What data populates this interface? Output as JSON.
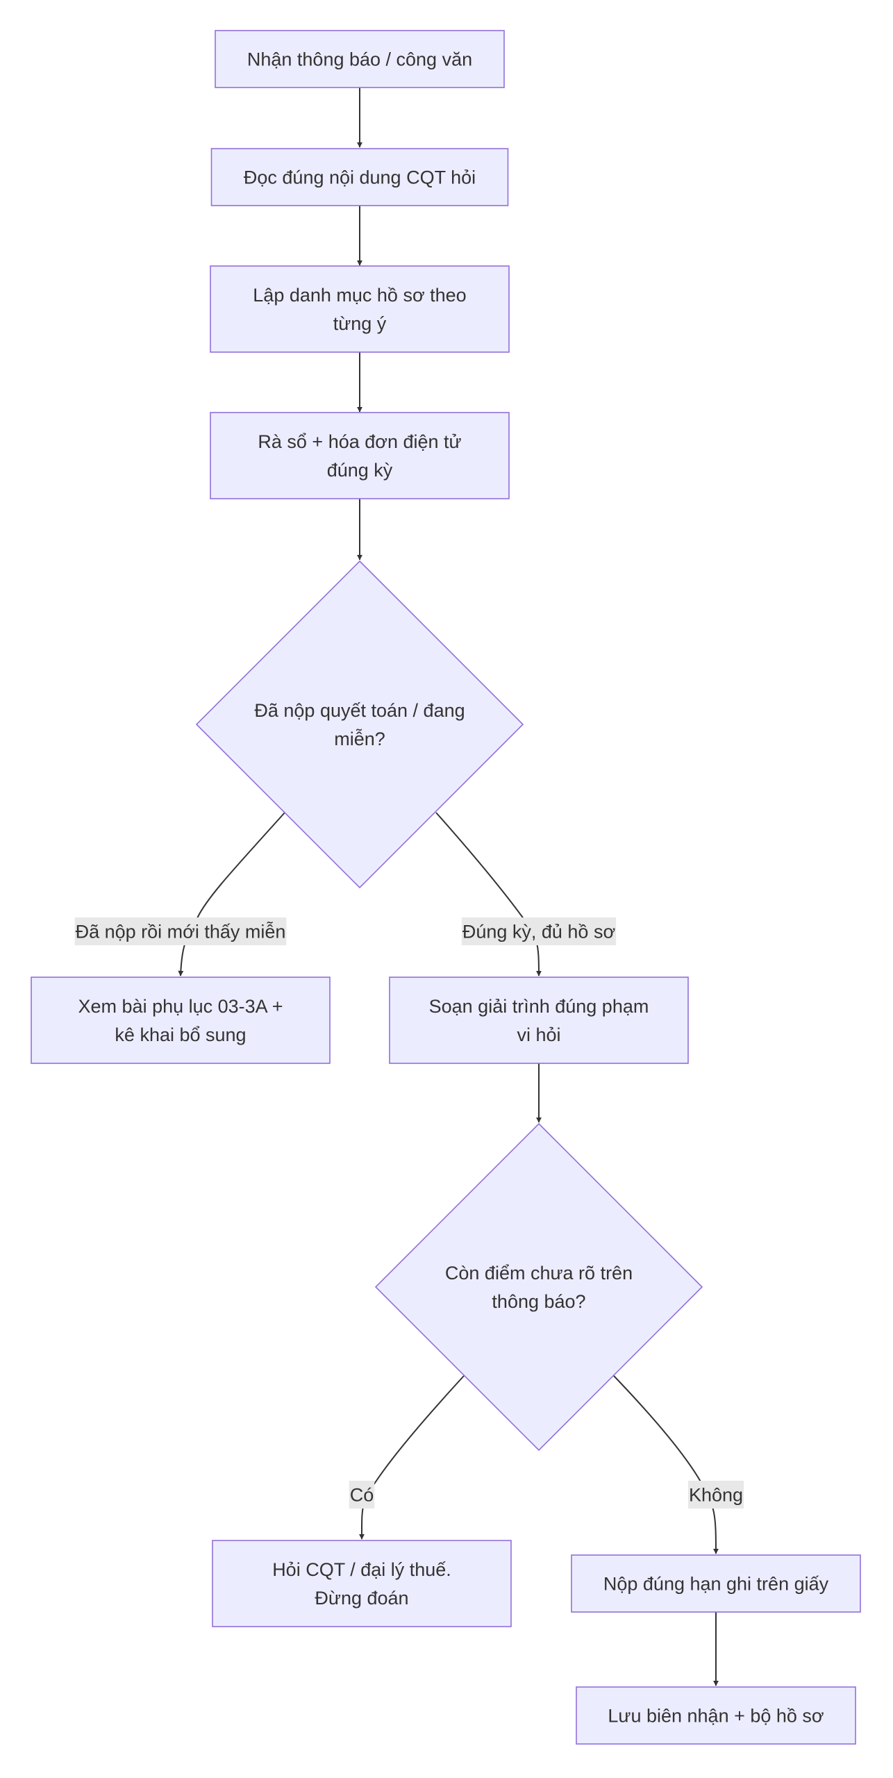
{
  "colors": {
    "node_fill": "#ECECFF",
    "node_stroke": "#9370DB",
    "edge": "#333333",
    "text": "#333333",
    "edge_label_bg": "#E8E8E8"
  },
  "nodes": {
    "receive_notice": {
      "shape": "rect",
      "lines": [
        "Nhận thông báo / công văn"
      ]
    },
    "read_request": {
      "shape": "rect",
      "lines": [
        "Đọc đúng nội dung CQT hỏi"
      ]
    },
    "list_documents": {
      "shape": "rect",
      "lines": [
        "Lập danh mục hồ sơ theo",
        "từng ý"
      ]
    },
    "review_books": {
      "shape": "rect",
      "lines": [
        "Rà sổ + hóa đơn điện tử",
        "đúng kỳ"
      ]
    },
    "decision_filed": {
      "shape": "diamond",
      "lines": [
        "Đã nộp quyết toán / đang",
        "miễn?"
      ]
    },
    "see_appendix": {
      "shape": "rect",
      "lines": [
        "Xem bài phụ lục 03-3A +",
        "kê khai bổ sung"
      ]
    },
    "draft_explanation": {
      "shape": "rect",
      "lines": [
        "Soạn giải trình đúng phạm",
        "vi hỏi"
      ]
    },
    "decision_unclear": {
      "shape": "diamond",
      "lines": [
        "Còn điểm chưa rõ trên",
        "thông báo?"
      ]
    },
    "ask_agent": {
      "shape": "rect",
      "lines": [
        "Hỏi CQT / đại lý thuế.",
        "Đừng đoán"
      ]
    },
    "submit_on_time": {
      "shape": "rect",
      "lines": [
        "Nộp đúng hạn ghi trên giấy"
      ]
    },
    "keep_receipt": {
      "shape": "rect",
      "lines": [
        "Lưu biên nhận + bộ hồ sơ"
      ]
    }
  },
  "edges": [
    {
      "from": "receive_notice",
      "to": "read_request",
      "label": ""
    },
    {
      "from": "read_request",
      "to": "list_documents",
      "label": ""
    },
    {
      "from": "list_documents",
      "to": "review_books",
      "label": ""
    },
    {
      "from": "review_books",
      "to": "decision_filed",
      "label": ""
    },
    {
      "from": "decision_filed",
      "to": "see_appendix",
      "label": "Đã nộp rồi mới thấy miễn"
    },
    {
      "from": "decision_filed",
      "to": "draft_explanation",
      "label": "Đúng kỳ, đủ hồ sơ"
    },
    {
      "from": "draft_explanation",
      "to": "decision_unclear",
      "label": ""
    },
    {
      "from": "decision_unclear",
      "to": "ask_agent",
      "label": "Có"
    },
    {
      "from": "decision_unclear",
      "to": "submit_on_time",
      "label": "Không"
    },
    {
      "from": "submit_on_time",
      "to": "keep_receipt",
      "label": ""
    }
  ]
}
